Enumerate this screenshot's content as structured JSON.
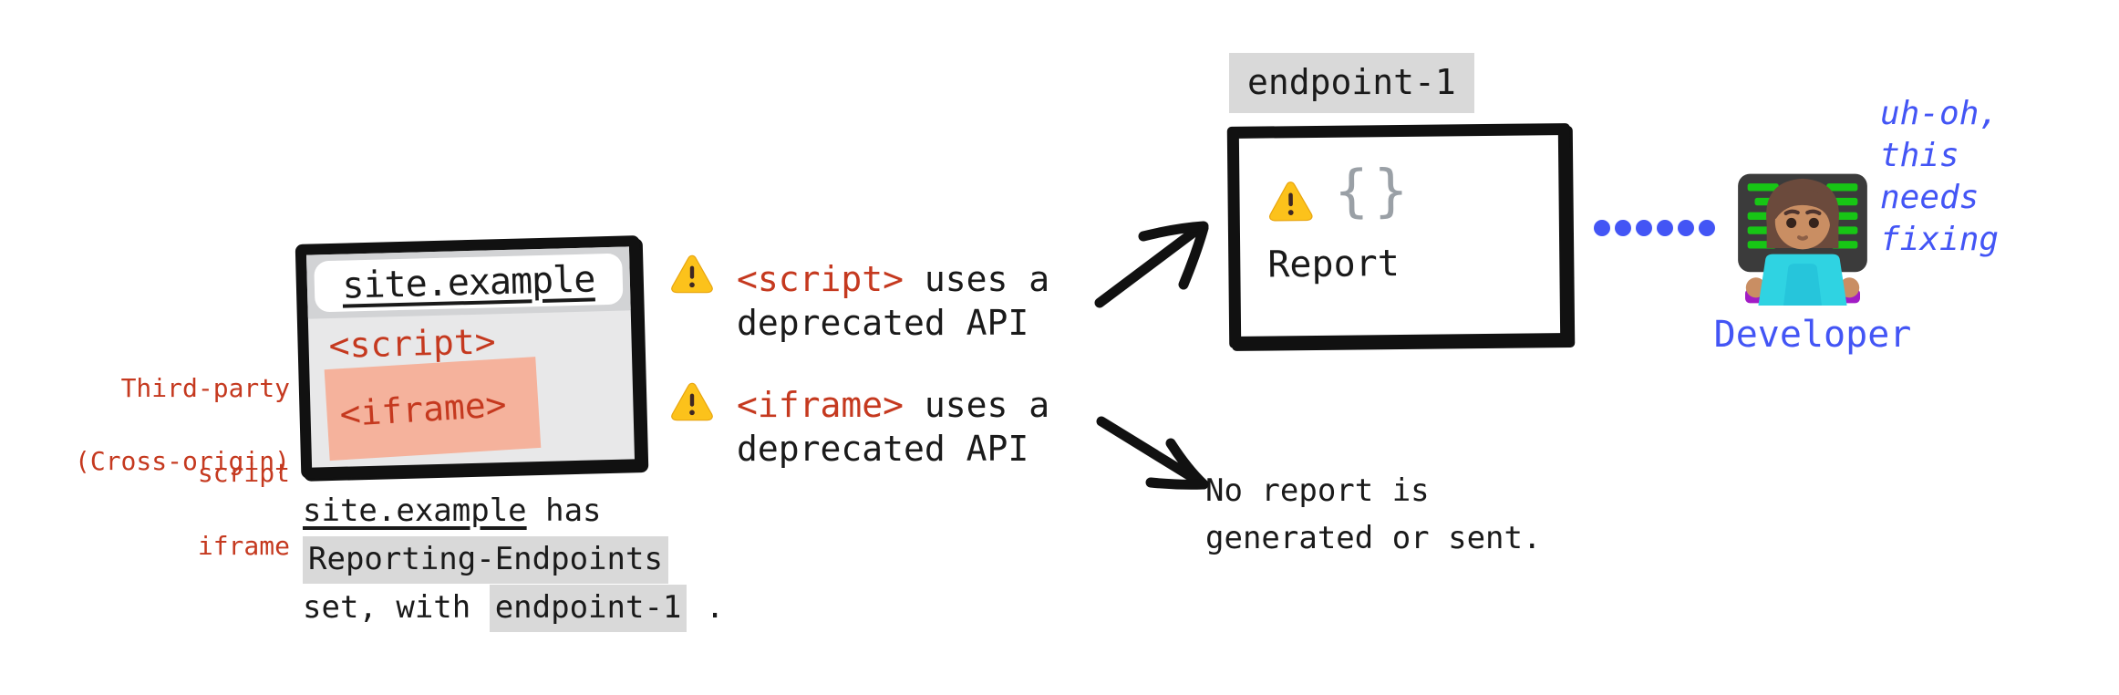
{
  "colors": {
    "accent_red": "#c5391f",
    "accent_blue": "#4355f5",
    "highlight_gray": "#d9d9d9",
    "iframe_highlight": "#f5b29c",
    "window_body": "#e8e8e9",
    "window_header": "#d2d3d5"
  },
  "browser_window": {
    "url": "site.example",
    "script_tag": "<script>",
    "iframe_tag": "<iframe>",
    "side_label_script_line1": "Third-party",
    "side_label_script_line2": "script",
    "side_label_iframe_line1": "(Cross-origin)",
    "side_label_iframe_line2": "iframe"
  },
  "caption": {
    "site": "site.example",
    "has": " has",
    "header_name": "Reporting-Endpoints",
    "set_with": "set, with ",
    "endpoint": "endpoint-1",
    "period": " ."
  },
  "warnings": [
    {
      "tag": "<script>",
      "rest": " uses a",
      "line2": "deprecated API"
    },
    {
      "tag": "<iframe>",
      "rest": " uses a",
      "line2": "deprecated API"
    }
  ],
  "endpoint_box": {
    "label": "endpoint-1",
    "braces": "{}",
    "report": "Report"
  },
  "outcome": {
    "line1": "No report is",
    "line2": "generated or sent."
  },
  "developer": {
    "label": "Developer",
    "thought_lines": [
      "uh-oh,",
      "this",
      "needs",
      "fixing"
    ]
  }
}
